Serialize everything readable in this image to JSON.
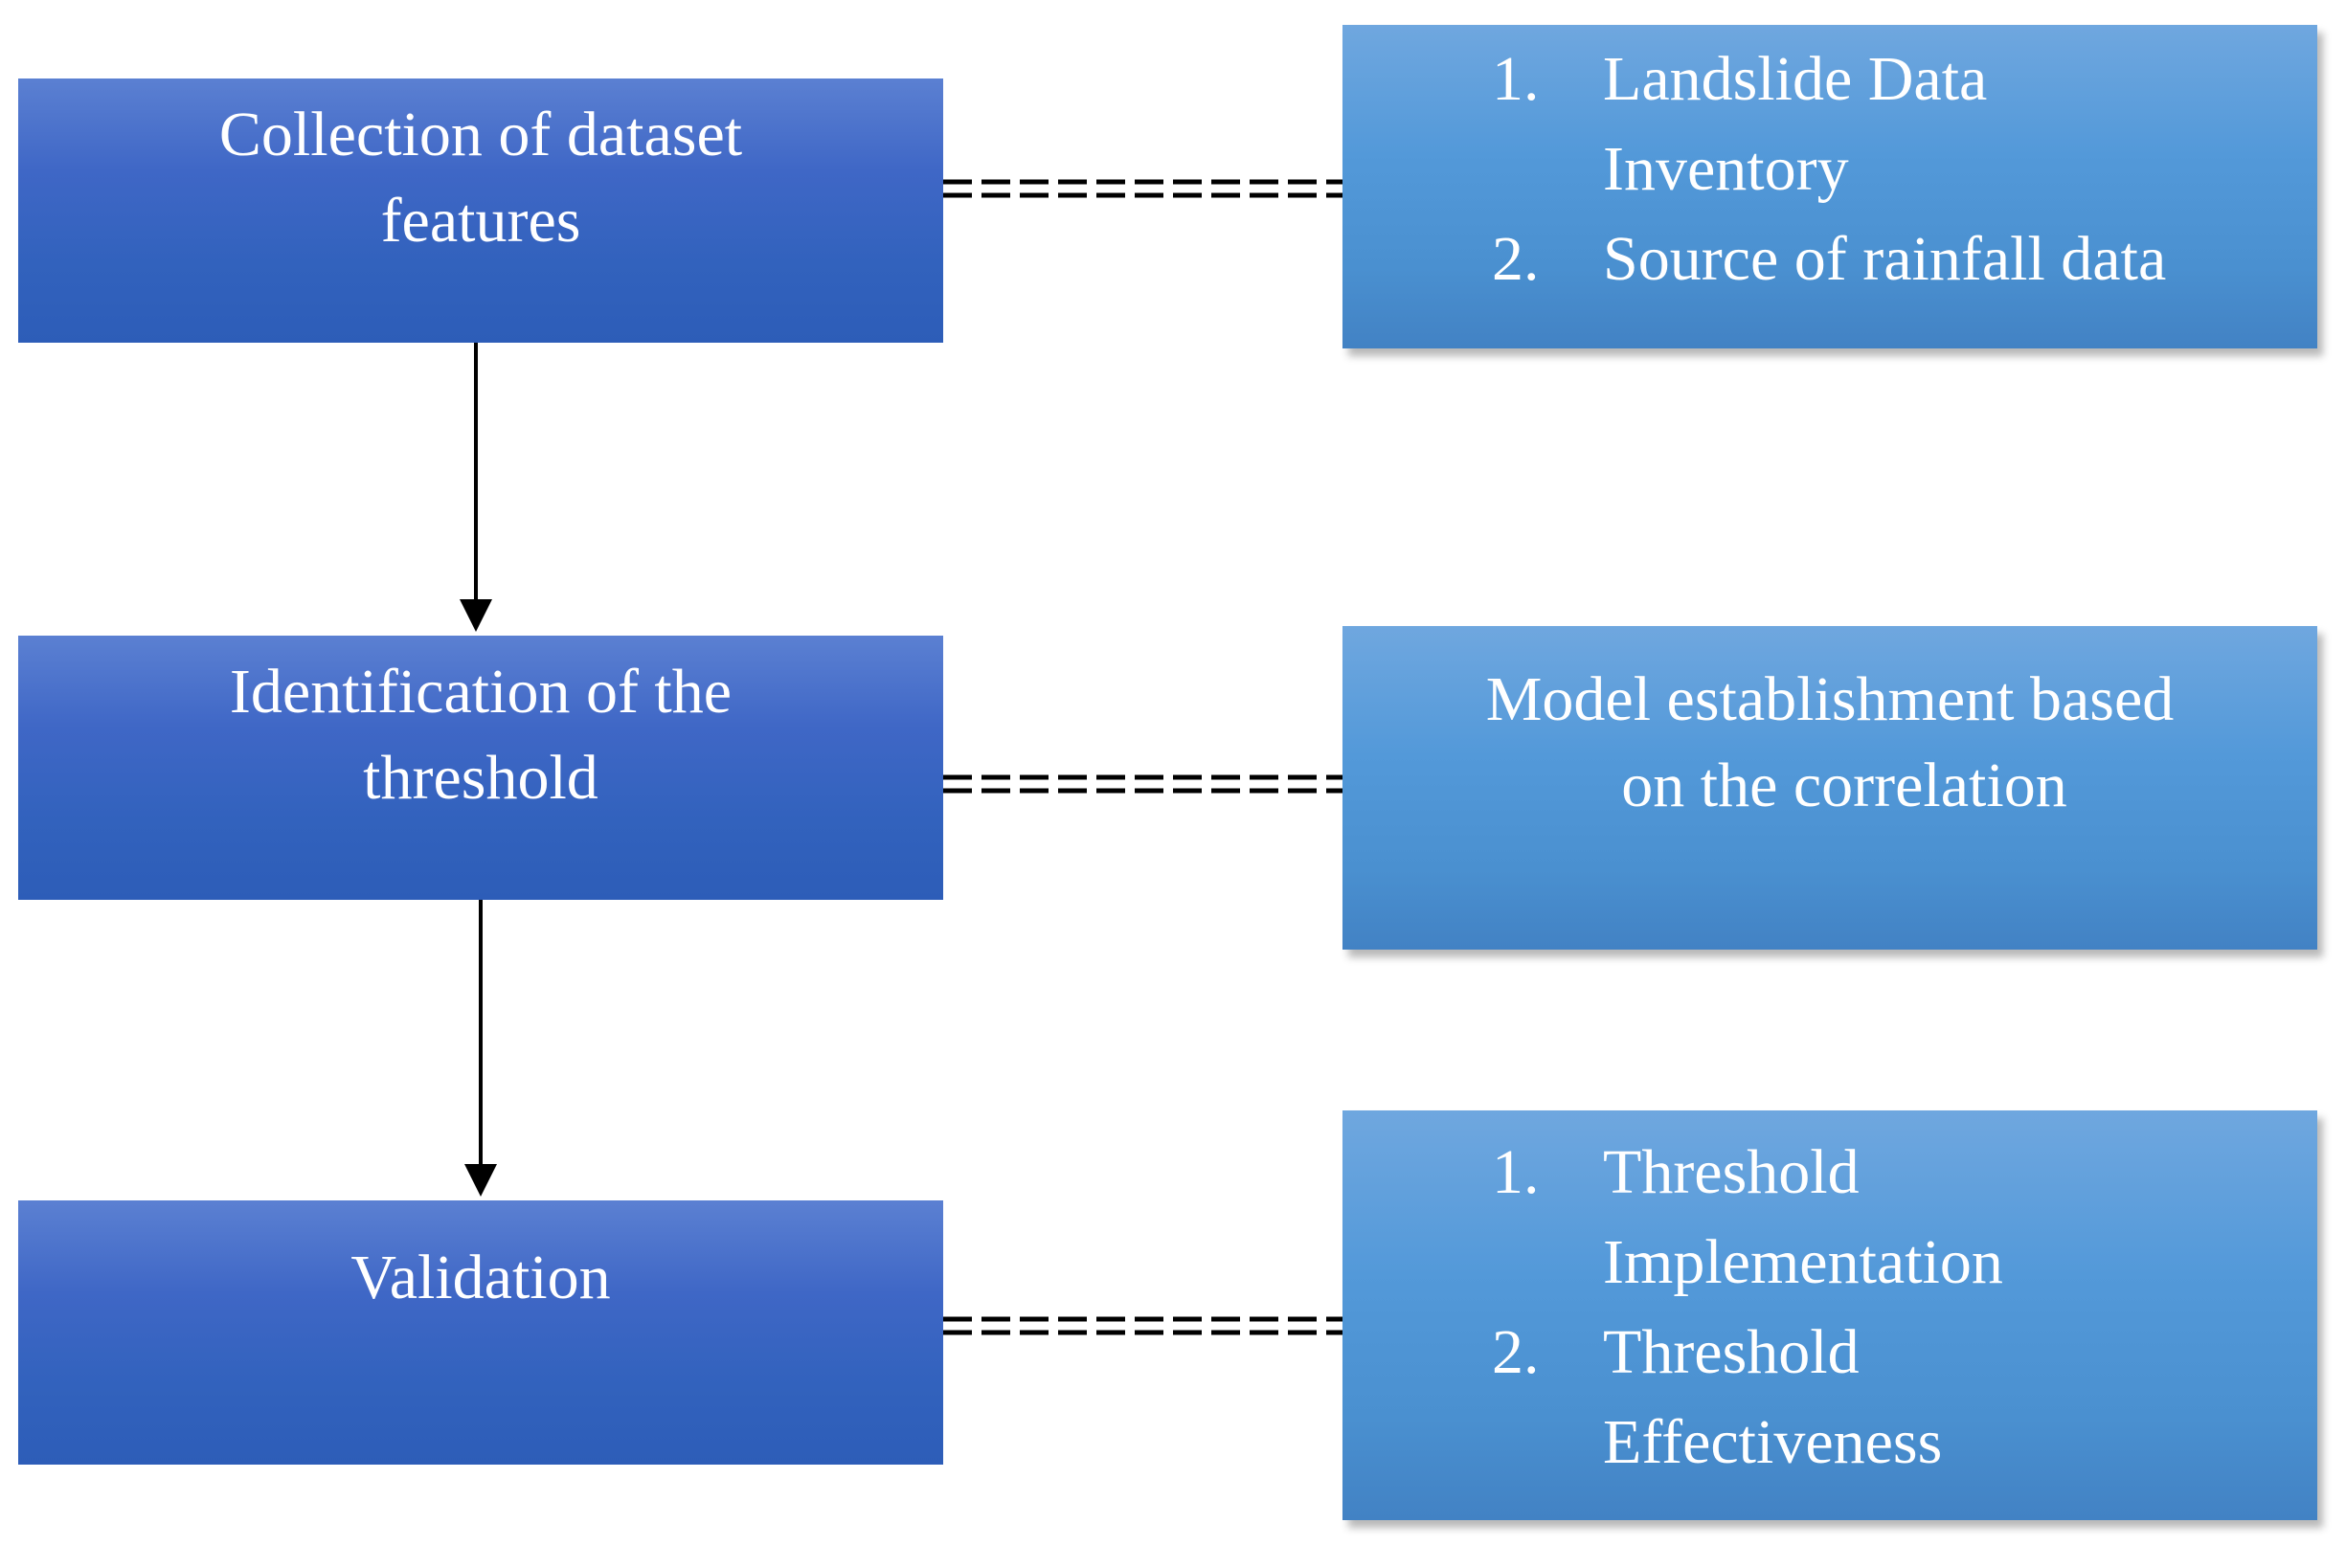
{
  "steps": [
    {
      "line1": "Collection of dataset",
      "line2": "features"
    },
    {
      "line1": "Identification of the",
      "line2": "threshold"
    },
    {
      "line1": "Validation"
    }
  ],
  "notes": [
    {
      "items": [
        {
          "num": "1.",
          "line1": "Landslide Data",
          "line2": "Inventory"
        },
        {
          "num": "2.",
          "line1": "Source of rainfall data"
        }
      ]
    },
    {
      "line1": "Model establishment  based",
      "line2": "on the correlation"
    },
    {
      "items": [
        {
          "num": "1.",
          "line1": "Threshold",
          "line2": "Implementation"
        },
        {
          "num": "2.",
          "line1": "Threshold",
          "line2": "Effectiveness"
        }
      ]
    }
  ],
  "colors": {
    "step_fill": "#3262bd",
    "note_fill": "#4a90d0",
    "text": "#ffffff",
    "connector": "#000000"
  }
}
